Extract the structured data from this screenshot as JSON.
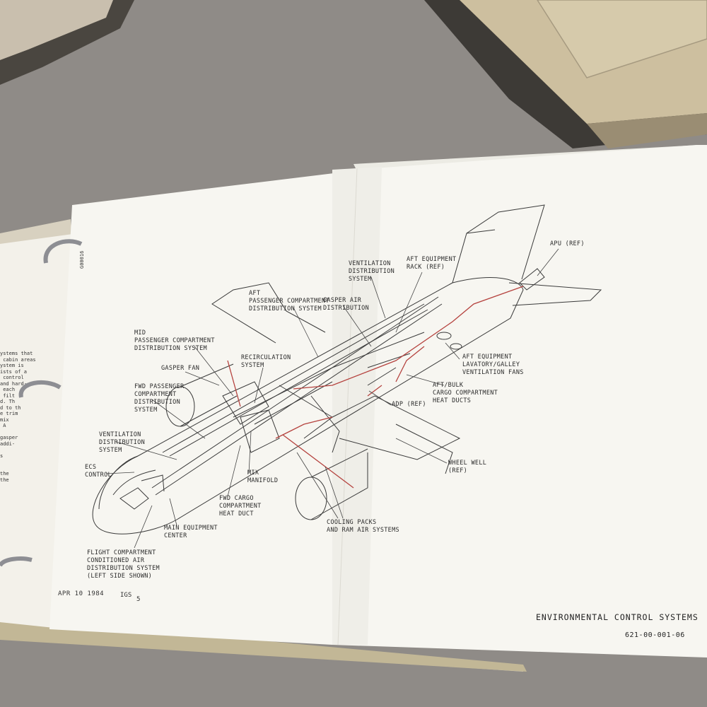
{
  "diagram": {
    "labels": {
      "apu": "APU (REF)",
      "aft_equipment_rack": "AFT EQUIPMENT\nRACK (REF)",
      "ventilation_distribution_top": "VENTILATION\nDISTRIBUTION\nSYSTEM",
      "aft_passenger": "AFT\nPASSENGER COMPARTMENT\nDISTRIBUTION SYSTEM",
      "gasper_air": "GASPER AIR\nDISTRIBUTION",
      "mid_passenger": "MID\nPASSENGER COMPARTMENT\nDISTRIBUTION SYSTEM",
      "recirculation": "RECIRCULATION\nSYSTEM",
      "gasper_fan": "GASPER FAN",
      "fwd_passenger": "FWD PASSENGER\nCOMPARTMENT\nDISTRIBUTION\nSYSTEM",
      "ventilation_distribution_left": "VENTILATION\nDISTRIBUTION\nSYSTEM",
      "ecs_control": "ECS\nCONTROL",
      "aft_equipment_fans": "AFT EQUIPMENT\nLAVATORY/GALLEY\nVENTILATION FANS",
      "aft_bulk_cargo": "AFT/BULK\nCARGO COMPARTMENT\nHEAT DUCTS",
      "adp": "ADP (REF)",
      "wheel_well": "WHEEL WELL\n(REF)",
      "mix_manifold": "MIX\nMANIFOLD",
      "fwd_cargo": "FWD CARGO\nCOMPARTMENT\nHEAT DUCT",
      "main_equipment": "MAIN EQUIPMENT\nCENTER",
      "flight_compartment": "FLIGHT COMPARTMENT\nCONDITIONED AIR\nDISTRIBUTION SYSTEM\n(LEFT SIDE SHOWN)",
      "cooling_packs": "COOLING PACKS\nAND RAM AIR SYSTEMS"
    },
    "duct_highlight_color": "#b5423e"
  },
  "page": {
    "date": "APR 10 1984",
    "code": "IGS",
    "page_number": "5",
    "title": "ENVIRONMENTAL CONTROL SYSTEMS",
    "document_number": "621-00-001-06",
    "vertical_code": "G00016"
  },
  "left_page_fragment": {
    "text": "ystems that\n cabin areas\nystem is\nists of a\n control\nand hard-\n each\n filt\nd. Th\nd to th\ne trim\nmix\n A\n\ngasper\naddi-\n\ns\n\n\nthe\nthe"
  }
}
